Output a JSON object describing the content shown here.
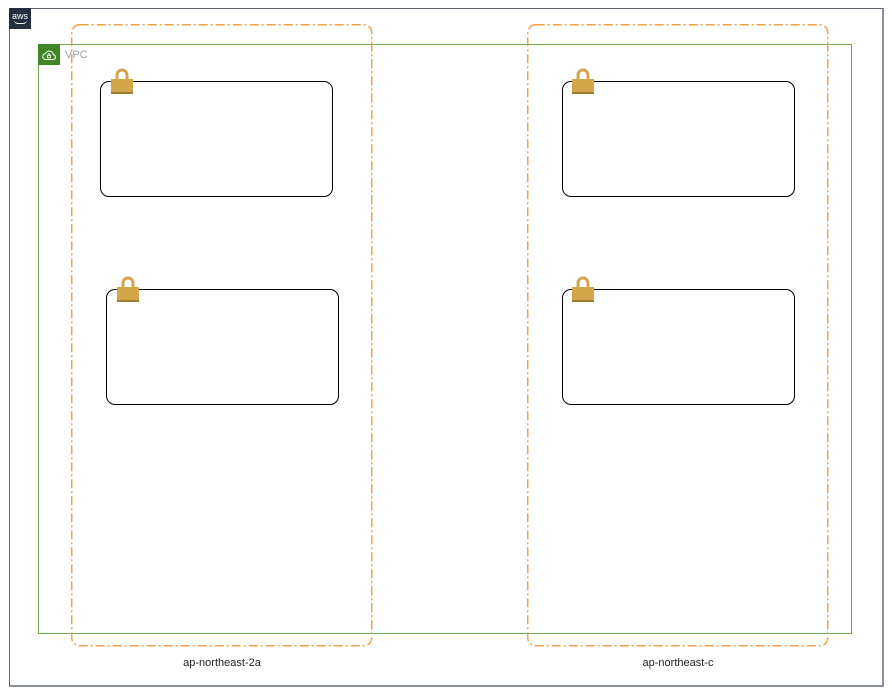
{
  "diagram": {
    "provider_badge": {
      "label": "aws",
      "icon": "aws-logo-icon"
    },
    "vpc": {
      "label": "VPC",
      "icon": "vpc-cloud-lock-icon",
      "border_color": "#6aa84f",
      "badge_color": "#3f8624"
    },
    "availability_zones": [
      {
        "label": "ap-northeast-2a",
        "border_color": "#f0a04b"
      },
      {
        "label": "ap-northeast-c",
        "border_color": "#f0a04b"
      }
    ],
    "subnets": [
      {
        "zone": 0,
        "position": "top",
        "icon": "private-subnet-lock-icon",
        "label": ""
      },
      {
        "zone": 0,
        "position": "bottom",
        "icon": "private-subnet-lock-icon",
        "label": ""
      },
      {
        "zone": 1,
        "position": "top",
        "icon": "private-subnet-lock-icon",
        "label": ""
      },
      {
        "zone": 1,
        "position": "bottom",
        "icon": "private-subnet-lock-icon",
        "label": ""
      }
    ],
    "colors": {
      "lock": "#d4a64a",
      "lock_shadow": "#9c7a2e",
      "frame": "#5f6670"
    }
  }
}
